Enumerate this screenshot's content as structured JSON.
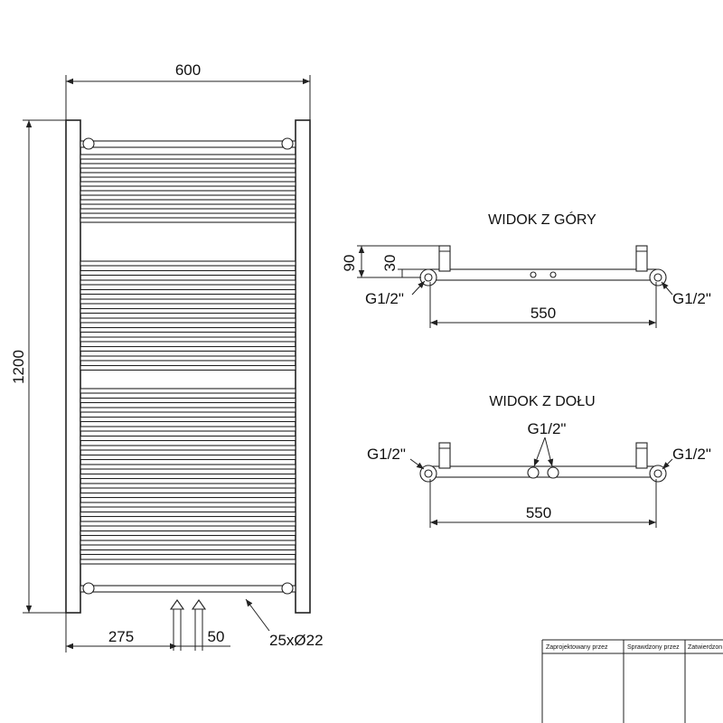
{
  "front_view": {
    "width_label": "600",
    "height_label": "1200",
    "offset_label": "275",
    "spacing_label": "50",
    "tube_label": "25xØ22"
  },
  "top_view": {
    "title": "WIDOK Z GÓRY",
    "depth_label": "90",
    "offset_label": "30",
    "left_connection": "G1/2\"",
    "right_connection": "G1/2\"",
    "width_label": "550"
  },
  "bottom_view": {
    "title": "WIDOK Z DOŁU",
    "left_connection": "G1/2\"",
    "middle_connection": "G1/2\"",
    "right_connection": "G1/2\"",
    "width_label": "550"
  },
  "title_block": {
    "designed_by": "Zaprojektowany przez",
    "checked_by": "Sprawdzony przez",
    "approved_by": "Zatwierdzon"
  }
}
